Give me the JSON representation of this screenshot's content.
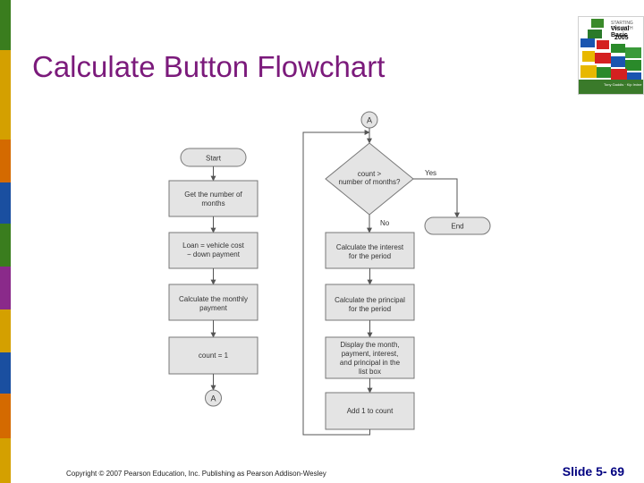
{
  "slide": {
    "title": "Calculate Button Flowchart",
    "footer": "Copyright © 2007 Pearson Education, Inc. Publishing as Pearson Addison-Wesley",
    "slide_number": "Slide 5- 69"
  },
  "book_cover": {
    "series_text": "STARTING OUT WITH",
    "product_line1": "Visual Basic",
    "product_line2": "2005",
    "authors": "Tony Gaddis · Kip Irvine"
  },
  "flowchart": {
    "left_column": {
      "start": "Start",
      "get_months_l1": "Get the number of",
      "get_months_l2": "months",
      "loan_l1": "Loan = vehicle cost",
      "loan_l2": "− down payment",
      "monthly_l1": "Calculate the monthly",
      "monthly_l2": "payment",
      "count_init": "count = 1",
      "connector": "A"
    },
    "right_column": {
      "connector": "A",
      "decision_l1": "count >",
      "decision_l2": "number of months?",
      "yes_label": "Yes",
      "no_label": "No",
      "end": "End",
      "interest_l1": "Calculate the interest",
      "interest_l2": "for the period",
      "principal_l1": "Calculate the principal",
      "principal_l2": "for the period",
      "display_l1": "Display the month,",
      "display_l2": "payment, interest,",
      "display_l3": "and principal in the",
      "display_l4": "list box",
      "add_count": "Add 1 to count"
    }
  },
  "colors": {
    "title": "#7b1a7b",
    "slide_number": "#000080",
    "box_fill": "#e4e4e4",
    "box_stroke": "#777777",
    "stripe": [
      "#3a7d1e",
      "#d4a000",
      "#8a2a8a",
      "#d46a00",
      "#1a4fa0",
      "#3a7d1e",
      "#d4a000",
      "#8a2a8a",
      "#d46a00",
      "#1a4fa0",
      "#3a7d1e",
      "#d4a000"
    ]
  }
}
